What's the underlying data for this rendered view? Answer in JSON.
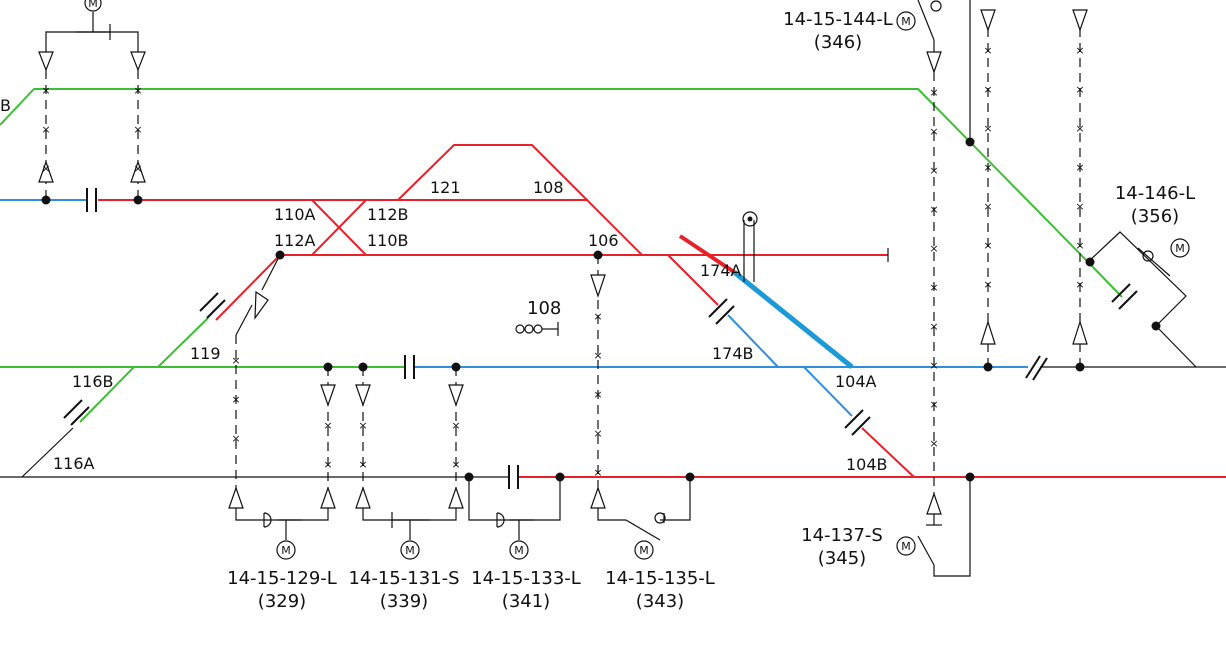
{
  "colors": {
    "green": "#3cbf32",
    "red": "#e8202a",
    "blue": "#2f8fde",
    "cyan": "#1c9ad8",
    "black": "#111111"
  },
  "section_labels": {
    "s110A": "110A",
    "s112A": "112A",
    "s112B": "112B",
    "s110B": "110B",
    "s121": "121",
    "s108top": "108",
    "s106": "106",
    "s174A": "174A",
    "s174B": "174B",
    "s104A": "104A",
    "s104B": "104B",
    "s119": "119",
    "s116B": "116B",
    "s116A": "116A",
    "s108sig": "108"
  },
  "motor_letter": "M",
  "machines": {
    "m129": {
      "id": "14-15-129-L",
      "num": "(329)"
    },
    "m131": {
      "id": "14-15-131-S",
      "num": "(339)"
    },
    "m133": {
      "id": "14-15-133-L",
      "num": "(341)"
    },
    "m135": {
      "id": "14-15-135-L",
      "num": "(343)"
    },
    "m137": {
      "id": "14-137-S",
      "num": "(345)"
    },
    "m144": {
      "id": "14-15-144-L",
      "num": "(346)"
    },
    "m146": {
      "id": "14-146-L",
      "num": "(356)"
    }
  },
  "cut_mark": "B"
}
